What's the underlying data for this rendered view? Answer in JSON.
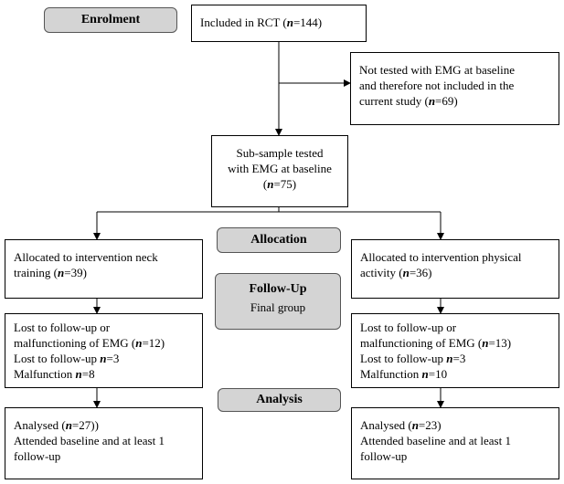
{
  "stages": {
    "enrolment": "Enrolment",
    "allocation": "Allocation",
    "followup_title": "Follow-Up",
    "followup_sub": "Final group",
    "analysis": "Analysis"
  },
  "included": {
    "pre": "Included in RCT (",
    "n": "n",
    "post": "=144)"
  },
  "excluded": {
    "line1": "Not tested with EMG at baseline",
    "line2": "and therefore not included in the",
    "line3_pre": "current study (",
    "n": "n",
    "line3_post": "=69)"
  },
  "subsample": {
    "line1": "Sub-sample tested",
    "line2": "with EMG at baseline",
    "line3_pre": "(",
    "n": "n",
    "line3_post": "=75)"
  },
  "left": {
    "alloc_line1": "Allocated to intervention neck",
    "alloc_line2_pre": "training (",
    "alloc_n": "n",
    "alloc_line2_post": "=39)",
    "lost_line1": "Lost to follow-up or",
    "lost_line2_pre": "malfunctioning of EMG (",
    "lost_line2_post": "=12)",
    "lost_line3_pre": "Lost to follow-up ",
    "lost_line3_post": "=3",
    "lost_line4_pre": "Malfunction ",
    "lost_line4_post": "=8",
    "n": "n",
    "anal_line1_pre": "Analysed (",
    "anal_line1_post": "=27))",
    "anal_line2": "Attended baseline and at least 1",
    "anal_line3": "follow-up"
  },
  "right": {
    "alloc_line1": "Allocated to intervention physical",
    "alloc_line2_pre": "activity (",
    "alloc_n": "n",
    "alloc_line2_post": "=36)",
    "lost_line1": "Lost to follow-up or",
    "lost_line2_pre": "malfunctioning of EMG (",
    "lost_line2_post": "=13)",
    "lost_line3_pre": "Lost to follow-up ",
    "lost_line3_post": "=3",
    "lost_line4_pre": "Malfunction ",
    "lost_line4_post": "=10",
    "n": "n",
    "anal_line1_pre": "Analysed (",
    "anal_line1_post": "=23)",
    "anal_line2": "Attended baseline and at least 1",
    "anal_line3": "follow-up"
  }
}
